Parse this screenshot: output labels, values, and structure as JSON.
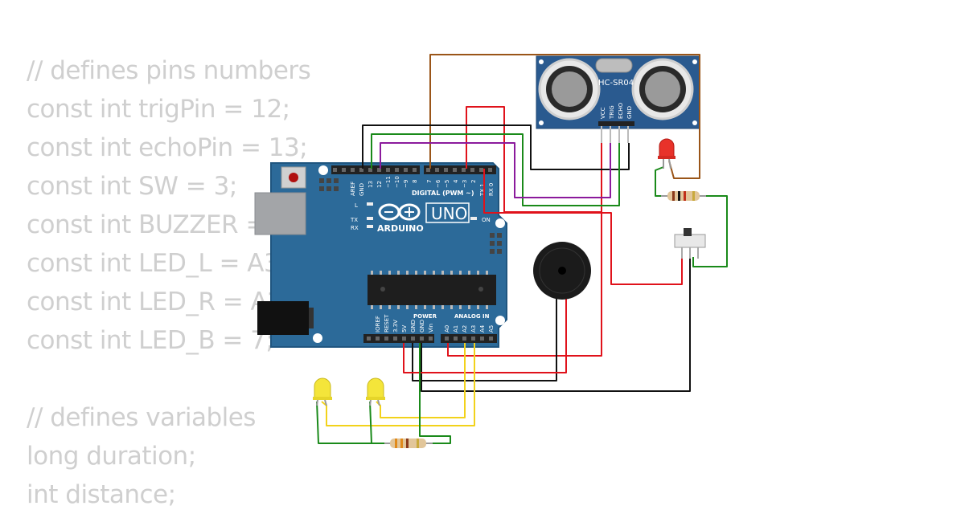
{
  "code_lines": [
    "// defines pins numbers",
    "const int trigPin = 12;",
    "const int echoPin = 13;",
    "const int SW = 3;",
    "const int BUZZER = ",
    "const int LED_L = A3",
    "const int LED_R = A2",
    "const int LED_B = 7;",
    "",
    "// defines variables",
    "long duration;",
    "int distance;"
  ],
  "board": {
    "model": "UNO",
    "brand": "ARDUINO",
    "digital_header": "DIGITAL (PWM ~)",
    "power_header": "POWER",
    "analog_header": "ANALOG IN",
    "on_label": "ON",
    "l_label": "L",
    "tx_label": "TX",
    "rx_label": "RX",
    "top_pins": [
      "AREF",
      "GND",
      "13",
      "12",
      "~11",
      "~10",
      "~9",
      "8",
      "7",
      "~6",
      "~5",
      "4",
      "~3",
      "2",
      "TX 1",
      "RX 0"
    ],
    "power_pins": [
      "IOREF",
      "RESET",
      "3.3V",
      "5V",
      "GND",
      "GND",
      "Vin"
    ],
    "analog_pins": [
      "A0",
      "A1",
      "A2",
      "A3",
      "A4",
      "A5"
    ]
  },
  "sensor": {
    "name": "HC-SR04",
    "pins": [
      "VCC",
      "TRIG",
      "ECHO",
      "GND"
    ]
  },
  "colors": {
    "board": "#2c6a99",
    "board_edge": "#1f557f",
    "wire_red": "#e0121b",
    "wire_black": "#111111",
    "wire_green": "#1a8a1a",
    "wire_purple": "#8b1a9c",
    "wire_brown": "#9a5518",
    "wire_yellow": "#f2d21b",
    "code_text": "#cfcfcf"
  }
}
